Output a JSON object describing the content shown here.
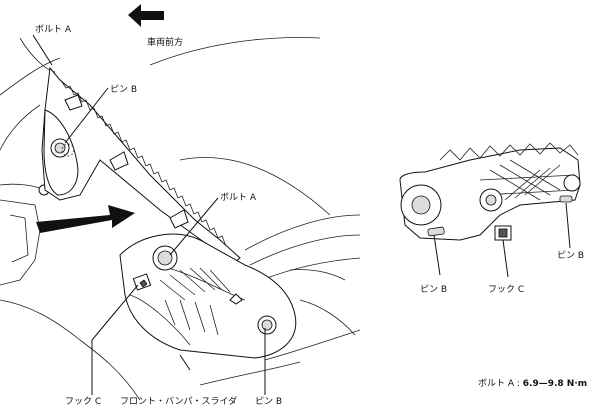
{
  "direction": {
    "label": "車両前方",
    "icon": "arrow-left-icon"
  },
  "labels": {
    "bolt_a_top": "ボルト A",
    "pin_b_top": "ピン B",
    "bolt_a_mid": "ボルト A",
    "hook_c_left": "フック C",
    "slider": "フロント・バンパ・スライダ",
    "pin_b_bottom": "ピン B",
    "pin_b_right_left": "ピン B",
    "hook_c_right": "フック C",
    "pin_b_right": "ピン B"
  },
  "torque": {
    "label": "ボルト A : ",
    "value": "6.9—9.8 N·m"
  }
}
